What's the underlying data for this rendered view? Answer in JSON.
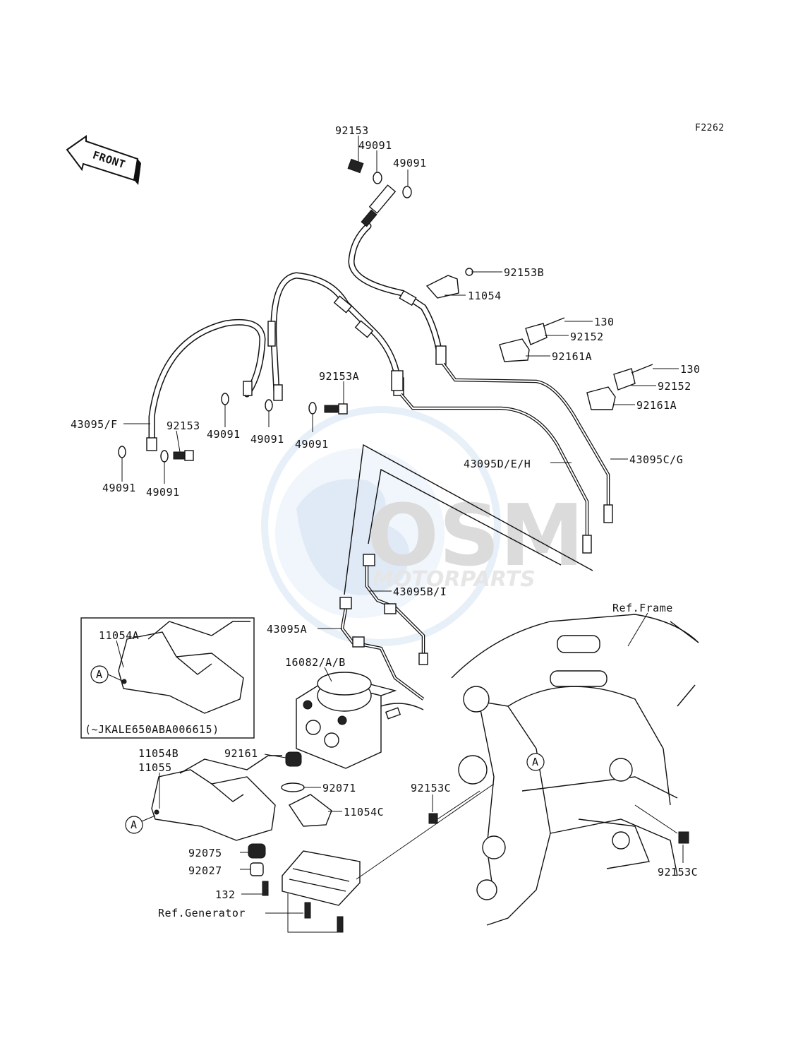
{
  "figure_code": "F2262",
  "front_arrow_label": "FRONT",
  "watermark": {
    "brand": "OSM",
    "subtitle": "MOTORPARTS"
  },
  "callouts": {
    "c_92153_top": "92153",
    "c_49091_top1": "49091",
    "c_49091_top2": "49091",
    "c_92153B": "92153B",
    "c_11054": "11054",
    "c_130_a": "130",
    "c_92152_a": "92152",
    "c_92161A_a": "92161A",
    "c_130_b": "130",
    "c_92152_b": "92152",
    "c_92161A_b": "92161A",
    "c_92153A": "92153A",
    "c_43095F": "43095/F",
    "c_92153_left": "92153",
    "c_49091_l1": "49091",
    "c_49091_l2": "49091",
    "c_49091_l3": "49091",
    "c_49091_l4": "49091",
    "c_49091_l5": "49091",
    "c_43095DEH": "43095D/E/H",
    "c_43095CG": "43095C/G",
    "c_43095BI": "43095B/I",
    "c_43095A": "43095A",
    "c_ref_frame": "Ref.Frame",
    "c_11054A": "11054A",
    "c_16082": "16082/A/B",
    "c_inset_note": "(~JKALE650ABA006615)",
    "c_inset_A": "A",
    "c_92161": "92161",
    "c_11054B": "11054B",
    "c_11055": "11055",
    "c_92071": "92071",
    "c_11054C": "11054C",
    "c_92153C_a": "92153C",
    "c_92153C_b": "92153C",
    "c_frame_A": "A",
    "c_lower_A": "A",
    "c_92075": "92075",
    "c_92027": "92027",
    "c_132": "132",
    "c_ref_generator": "Ref.Generator"
  }
}
